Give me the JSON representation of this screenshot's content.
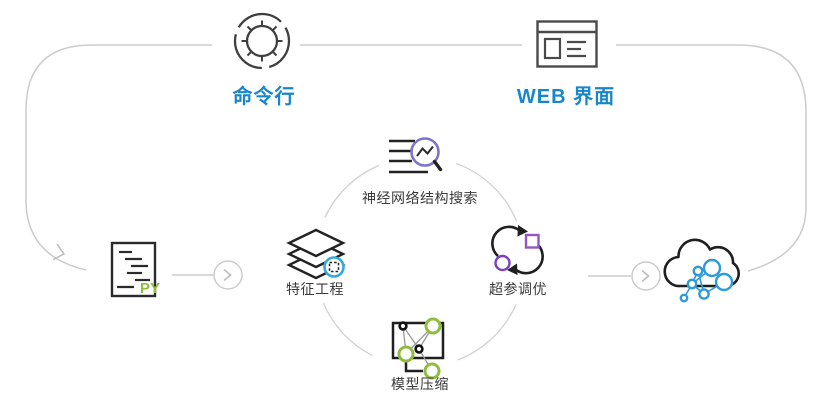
{
  "diagram": {
    "title_hint": "AutoML workflow diagram",
    "interfaces": [
      {
        "id": "cli",
        "label": "命令行",
        "icon": "command-dial-icon"
      },
      {
        "id": "web",
        "label": "WEB 界面",
        "icon": "browser-window-icon"
      }
    ],
    "source": {
      "badge": "PY",
      "icon": "python-script-icon"
    },
    "target": {
      "icon": "cloud-network-icon"
    },
    "cycle": [
      {
        "position": "top",
        "label": "神经网络结构搜索",
        "icon": "architecture-search-icon"
      },
      {
        "position": "right",
        "label": "超参调优",
        "icon": "hyperparameter-tuning-icon"
      },
      {
        "position": "bottom",
        "label": "模型压缩",
        "icon": "model-compression-icon"
      },
      {
        "position": "left",
        "label": "特征工程",
        "icon": "feature-engineering-icon"
      }
    ],
    "connectors": {
      "arrow_circles": 2,
      "chevrons": 3
    },
    "colors": {
      "label_blue": "#1786CB",
      "icon_dark": "#2B2B2B",
      "connector_gray": "#CCCCCC",
      "arc_gray": "#D2D2D2",
      "green": "#8FBE3F",
      "badge_light_blue": "#35A8DC",
      "cloud_network_blue": "#2E9BD8",
      "magnifier_purple": "#7C74CB",
      "tuning_purple": "#8E52C0"
    }
  }
}
